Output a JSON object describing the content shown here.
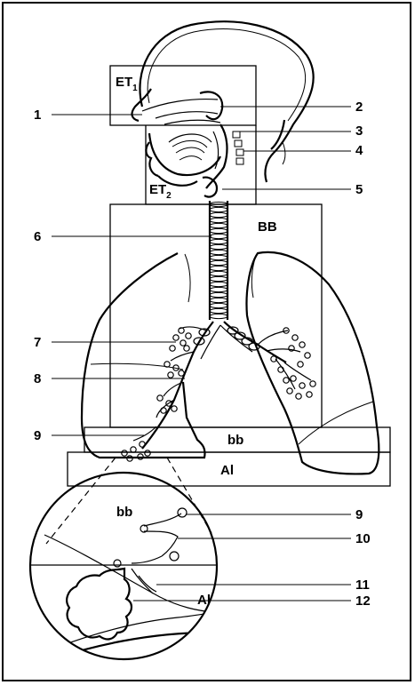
{
  "regions": {
    "et1": {
      "main": "ET",
      "sub": "1"
    },
    "et2": {
      "main": "ET",
      "sub": "2"
    },
    "bb_upper": "BB",
    "bb_lower": "bb",
    "al": "Al",
    "inset_bb": "bb",
    "inset_al": "Al"
  },
  "callouts": [
    "1",
    "2",
    "3",
    "4",
    "5",
    "6",
    "7",
    "8",
    "9",
    "9",
    "10",
    "11",
    "12"
  ]
}
